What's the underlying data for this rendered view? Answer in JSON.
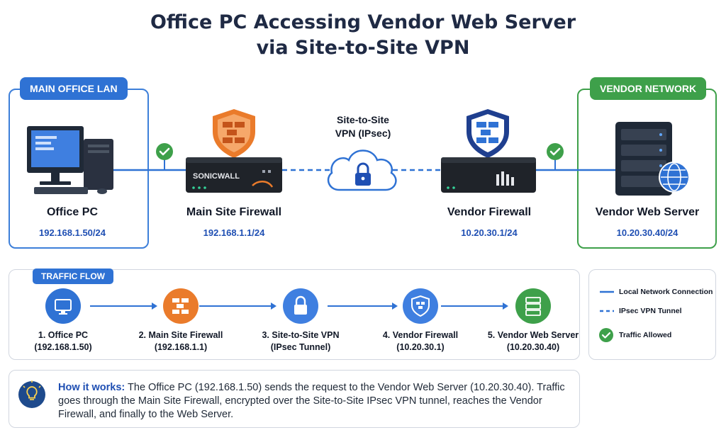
{
  "title": {
    "line1": "Office PC Accessing Vendor Web Server",
    "line2": "via Site-to-Site VPN"
  },
  "zones": {
    "lan": "MAIN OFFICE LAN",
    "vendor": "VENDOR NETWORK"
  },
  "devices": [
    {
      "name": "Office PC",
      "ip": "192.168.1.50/24"
    },
    {
      "name": "Main Site Firewall",
      "ip": "192.168.1.1/24",
      "brand": "SONICWALL"
    },
    {
      "name": "Vendor Firewall",
      "ip": "10.20.30.1/24"
    },
    {
      "name": "Vendor Web Server",
      "ip": "10.20.30.40/24"
    }
  ],
  "vpn": {
    "line1": "Site-to-Site",
    "line2": "VPN (IPsec)"
  },
  "traffic_flow": {
    "label": "TRAFFIC FLOW",
    "steps": [
      {
        "line1": "1. Office PC",
        "line2": "(192.168.1.50)",
        "icon": "monitor-icon",
        "color": "#2f72d4"
      },
      {
        "line1": "2. Main Site Firewall",
        "line2": "(192.168.1.1)",
        "icon": "firewall-icon",
        "color": "#ea7b2b"
      },
      {
        "line1": "3. Site-to-Site VPN",
        "line2": "(IPsec Tunnel)",
        "icon": "lock-icon",
        "color": "#3f7fe0"
      },
      {
        "line1": "4. Vendor Firewall",
        "line2": "(10.20.30.1)",
        "icon": "firewall-icon",
        "color": "#3f7fe0"
      },
      {
        "line1": "5. Vendor Web Server",
        "line2": "(10.20.30.40)",
        "icon": "server-icon",
        "color": "#3ea04a"
      }
    ]
  },
  "legend": {
    "local": "Local Network Connection",
    "vpn": "IPsec VPN Tunnel",
    "allowed": "Traffic Allowed"
  },
  "how_it_works": {
    "lead": "How it works:",
    "text": " The Office PC (192.168.1.50) sends the request to the Vendor Web Server (10.20.30.40). Traffic goes through the Main Site Firewall, encrypted over the Site-to-Site IPsec VPN tunnel, reaches the Vendor Firewall, and finally to the Web Server."
  },
  "colors": {
    "blue": "#2f72d4",
    "green": "#3ea04a",
    "orange": "#ea7b2b",
    "navy": "#1f2a44"
  }
}
